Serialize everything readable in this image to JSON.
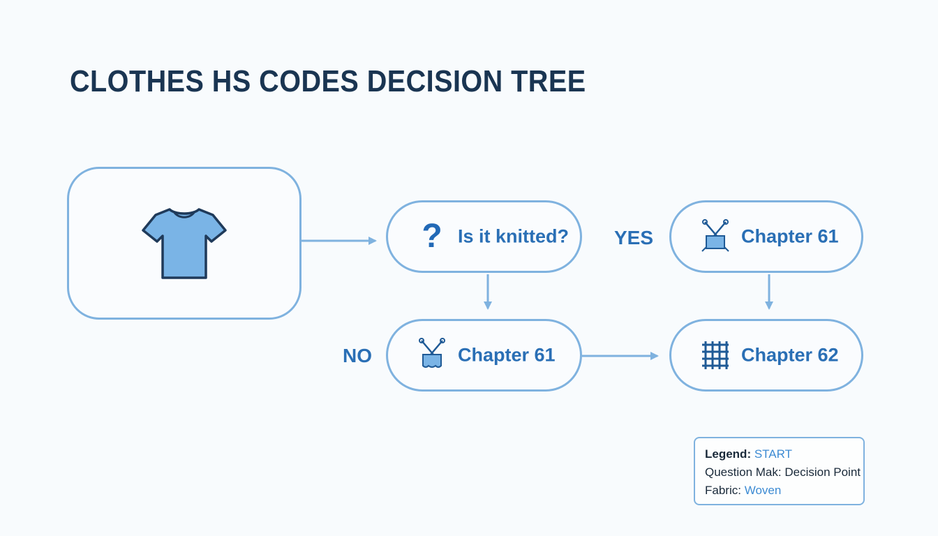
{
  "title": "CLOTHES HS CODES DECISION TREE",
  "nodes": {
    "start": {
      "icon": "tshirt-icon"
    },
    "question": {
      "icon": "question-mark-icon",
      "symbol": "?",
      "label": "Is it knitted?"
    },
    "yes_result": {
      "icon": "knitting-icon",
      "label": "Chapter 61"
    },
    "no_result": {
      "icon": "knitting-icon",
      "label": "Chapter 61"
    },
    "woven_result": {
      "icon": "woven-fabric-icon",
      "label": "Chapter 62"
    }
  },
  "branches": {
    "yes": "YES",
    "no": "NO"
  },
  "legend": {
    "row1_key": "Legend:",
    "row1_value": "START",
    "row2_key": "Question Mak:",
    "row2_value": "Decision Point",
    "row3_key": "Fabric:",
    "row3_value": "Woven"
  },
  "colors": {
    "title": "#1a3552",
    "border": "#7fb2df",
    "accent": "#2a6fb5",
    "icon_fill": "#7ab4e6",
    "icon_stroke": "#1f3a5a"
  }
}
